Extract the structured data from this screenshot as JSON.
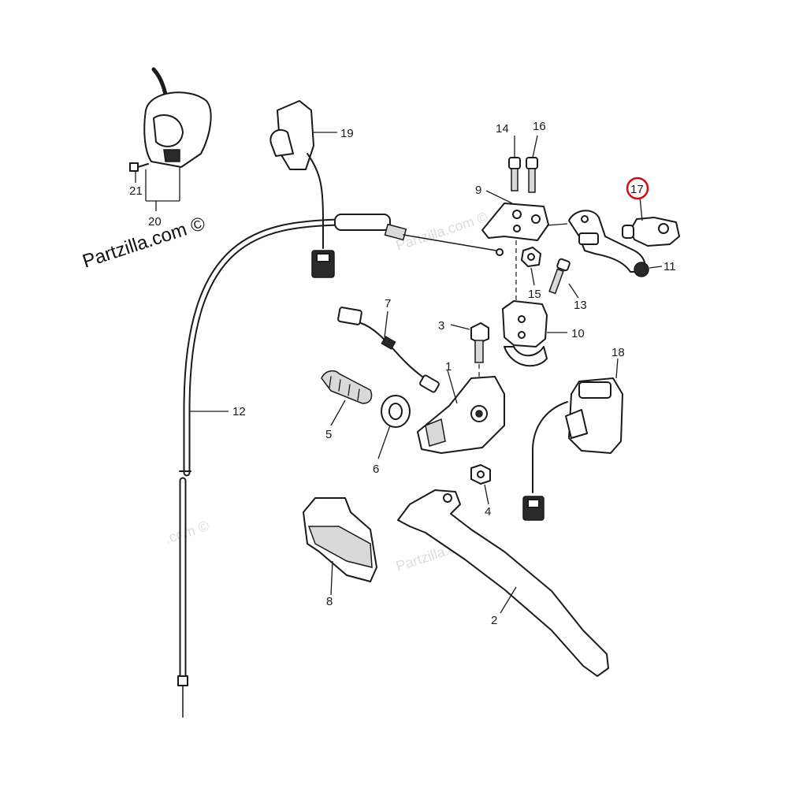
{
  "watermark": {
    "brand": "Partzilla.com ©",
    "faint_1": "Partzilla.com ©",
    "faint_2": "Partzilla.com ©",
    "faint_3": ".com ©"
  },
  "callouts": {
    "c1": "1",
    "c2": "2",
    "c3": "3",
    "c4": "4",
    "c5": "5",
    "c6": "6",
    "c7": "7",
    "c8": "8",
    "c9": "9",
    "c10": "10",
    "c11": "11",
    "c12": "12",
    "c13": "13",
    "c14": "14",
    "c15": "15",
    "c16": "16",
    "c17": "17",
    "c18": "18",
    "c19": "19",
    "c20": "20",
    "c21": "21"
  },
  "highlight": {
    "part": "17",
    "color": "#d01010"
  }
}
